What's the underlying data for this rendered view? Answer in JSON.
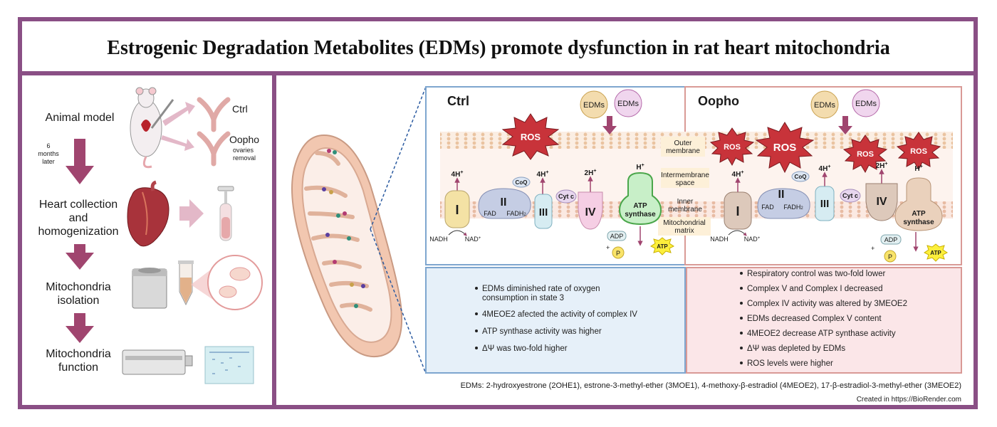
{
  "title": "Estrogenic Degradation Metabolites (EDMs) promote dysfunction in rat heart mitochondria",
  "workflow": {
    "step1": "Animal model",
    "ctrl": "Ctrl",
    "oopho": "Oopho",
    "ovaries1": "ovaries",
    "ovaries2": "removal",
    "months1": "6",
    "months2": "months",
    "months3": "later",
    "step2a": "Heart collection",
    "step2b": "and",
    "step2c": "homogenization",
    "step3a": "Mitochondria",
    "step3b": "isolation",
    "step4a": "Mitochondria",
    "step4b": "function"
  },
  "panels": {
    "ctrl_title": "Ctrl",
    "oopho_title": "Oopho",
    "edms": "EDMs",
    "ros": "ROS",
    "outer1": "Outer",
    "outer2": "membrane",
    "inter1": "Intermembrane",
    "inter2": "space",
    "inner1": "Inner",
    "inner2": "membrane",
    "matrix1": "Mitochondrial",
    "matrix2": "matrix",
    "c1": "I",
    "c2": "II",
    "c3": "III",
    "c4": "IV",
    "coq": "CoQ",
    "cytc": "Cyt c",
    "fad": "FAD",
    "fadh2": "FADH",
    "atp_syn1": "ATP",
    "atp_syn2": "synthase",
    "h4": "4H",
    "h2": "2H",
    "h1": "H",
    "nadh": "NADH",
    "nad": "NAD",
    "adp": "ADP",
    "p": "P",
    "atp": "ATP",
    "plus": "+"
  },
  "ctrl_findings": [
    "EDMs diminished rate of oxygen",
    "consumption in state 3",
    "4MEOE2 afected the activity of complex IV",
    "ATP synthase activity was higher",
    "ΔΨ was two-fold higher"
  ],
  "oopho_findings": [
    "Respiratory control was two-fold lower",
    "Complex V and Complex I decreased",
    "Complex IV activity was altered by 3MEOE2",
    "EDMs decreased Complex V content",
    "4MEOE2 decrease ATP synthase activity",
    "ΔΨ  was depleted by EDMs",
    "ROS levels were higher"
  ],
  "footnote": "EDMs: 2-hydroxyestrone (2OHE1), estrone-3-methyl-ether (3MOE1), 4-methoxy-β-estradiol (4MEOE2), 17-β-estradiol-3-methyl-ether (3MEOE2)",
  "credit": "Created in https://BioRender.com",
  "colors": {
    "frame": "#8a4f85",
    "arrow": "#a0456f",
    "ctrl_border": "#7ea6cf",
    "oopho_border": "#d99a96",
    "ros": "#c8333a"
  }
}
